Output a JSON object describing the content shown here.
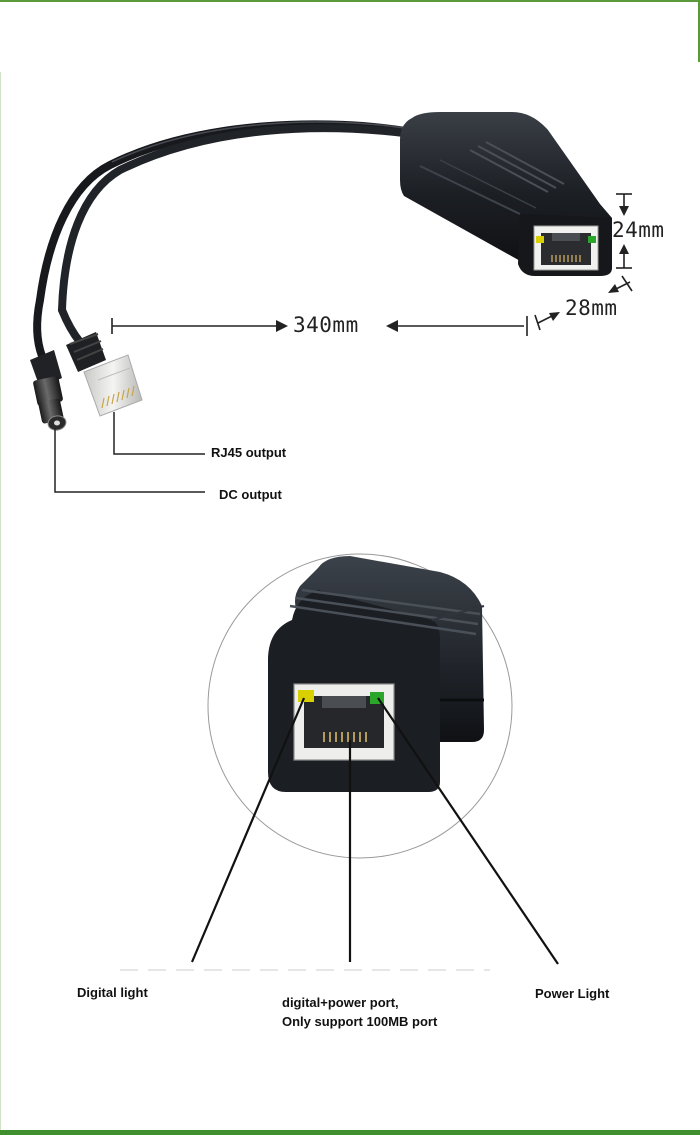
{
  "dimensions": {
    "length": "340mm",
    "height": "24mm",
    "width": "28mm"
  },
  "callouts_top": {
    "rj45": "RJ45 output",
    "dc": "DC output"
  },
  "callouts_bottom": {
    "digital_light": "Digital light",
    "port_line1": "digital+power port,",
    "port_line2": "Only support 100MB port",
    "power_light": "Power Light"
  },
  "colors": {
    "accent_border": "#5a9a3a",
    "device_body": "#1a1d22",
    "indicator_yellow": "#d8d000",
    "indicator_green": "#2aa62a"
  },
  "icons": [
    "poe-splitter-photo",
    "rj45-plug",
    "dc-plug",
    "rj45-jack"
  ]
}
